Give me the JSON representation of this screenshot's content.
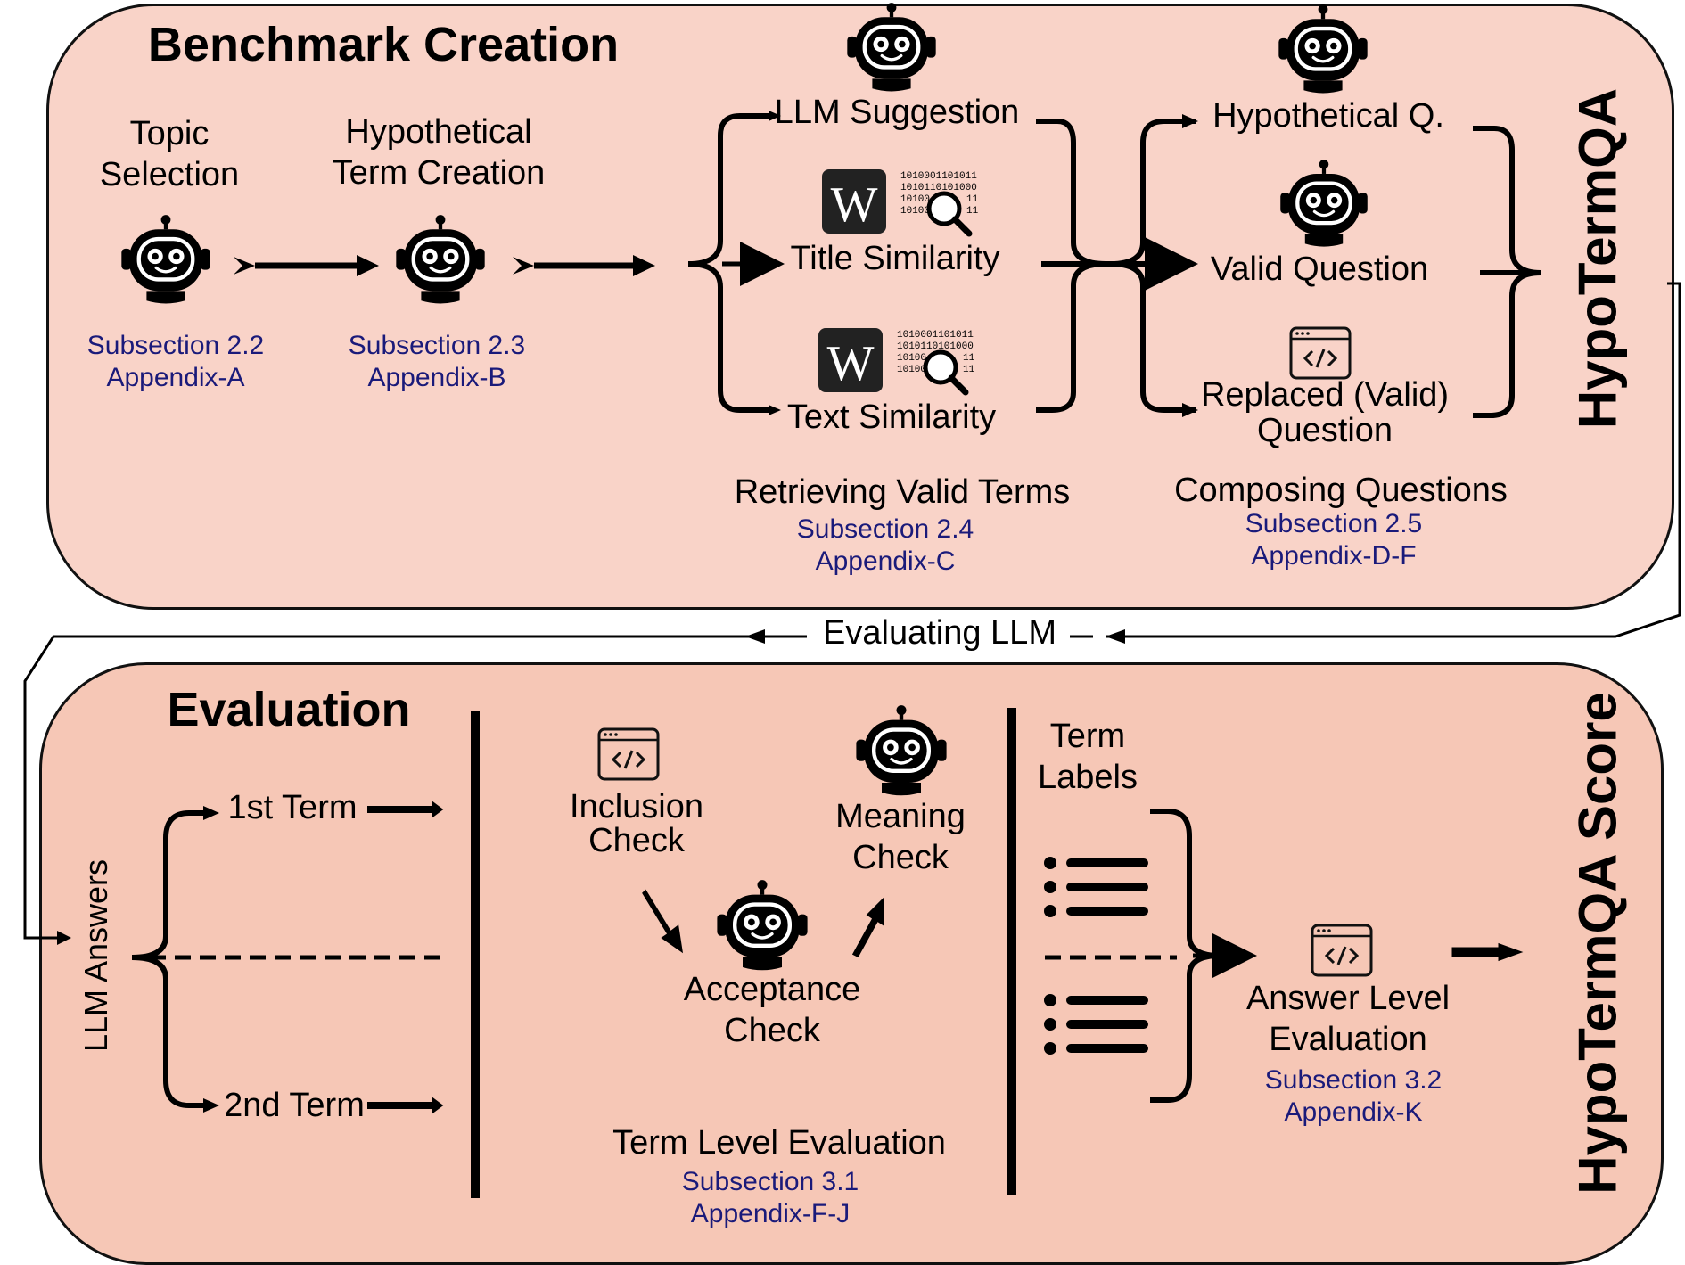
{
  "benchmark": {
    "title": "Benchmark Creation",
    "side_label": "HypoTermQA",
    "topic": {
      "line1": "Topic",
      "line2": "Selection",
      "ref1": "Subsection 2.2",
      "ref2": "Appendix-A"
    },
    "hypo_term": {
      "line1": "Hypothetical",
      "line2": "Term Creation",
      "ref1": "Subsection 2.3",
      "ref2": "Appendix-B"
    },
    "retrieve": {
      "llm": "LLM Suggestion",
      "title_sim": "Title Similarity",
      "text_sim": "Text Similarity",
      "caption": "Retrieving Valid Terms",
      "ref1": "Subsection 2.4",
      "ref2": "Appendix-C",
      "binary": [
        "1010001101011",
        "1010110101000",
        "10100",
        "10100",
        "11",
        "11"
      ]
    },
    "compose": {
      "hypo_q": "Hypothetical Q.",
      "valid_q": "Valid Question",
      "replaced_1": "Replaced (Valid)",
      "replaced_2": "Question",
      "caption": "Composing Questions",
      "ref1": "Subsection 2.5",
      "ref2": "Appendix-D-F"
    }
  },
  "connector": {
    "label": "Evaluating LLM"
  },
  "evaluation": {
    "title": "Evaluation",
    "side_label": "HypoTermQA Score",
    "llm_answers": "LLM Answers",
    "first_term": "1st Term",
    "second_term": "2nd Term",
    "inclusion_1": "Inclusion",
    "inclusion_2": "Check",
    "meaning_1": "Meaning",
    "meaning_2": "Check",
    "acceptance_1": "Acceptance",
    "acceptance_2": "Check",
    "term_level": "Term Level Evaluation",
    "term_ref1": "Subsection 3.1",
    "term_ref2": "Appendix-F-J",
    "labels_1": "Term",
    "labels_2": "Labels",
    "answer_1": "Answer Level",
    "answer_2": "Evaluation",
    "answer_ref1": "Subsection 3.2",
    "answer_ref2": "Appendix-K"
  },
  "icons": [
    "robot-icon",
    "wikipedia-icon",
    "magnifier-icon",
    "code-window-icon",
    "list-icon",
    "arrow-icon"
  ],
  "colors": {
    "top_panel": "#f9d3c8",
    "bottom_panel": "#f6c7b6",
    "reference_text": "#1a1a7a"
  }
}
